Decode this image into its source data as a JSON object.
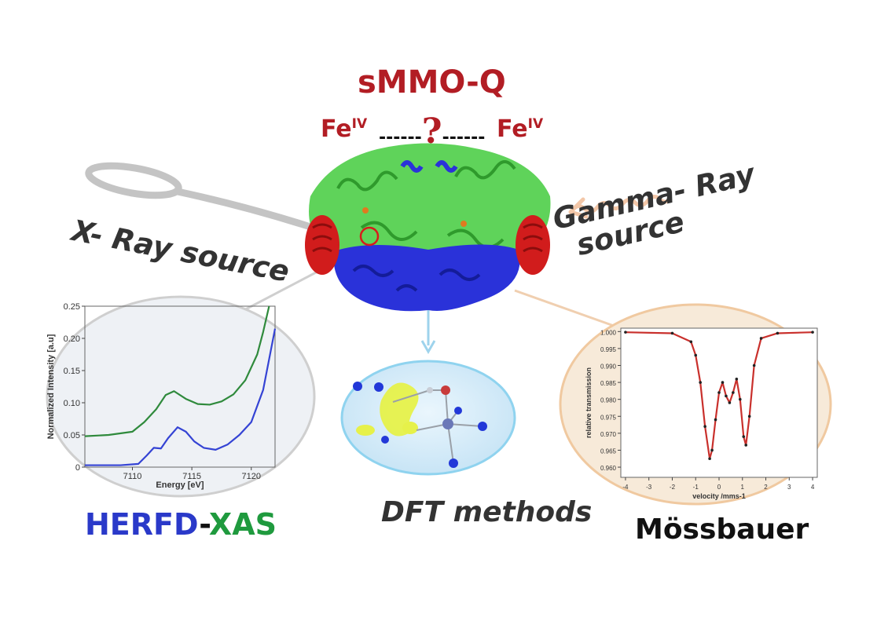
{
  "title": "sMMO-Q",
  "fe_left": {
    "base": "Fe",
    "sup": "IV"
  },
  "fe_right": {
    "base": "Fe",
    "sup": "IV"
  },
  "fe_link": {
    "dashes_left": "------",
    "question": "?",
    "dashes_right": "------"
  },
  "xray_label": "X- Ray source",
  "gamma_label": {
    "line1": "Gamma- Ray",
    "line2": "source"
  },
  "methods": {
    "xas": {
      "part1": "HERFD",
      "dash": "-",
      "part2": "XAS"
    },
    "dft": "DFT methods",
    "moss": "Mössbauer"
  },
  "colors": {
    "title": "#b21d24",
    "herfd": "#2a39c9",
    "xas": "#1f9a3e",
    "green_curve": "#2f8a3c",
    "blue_curve": "#3443d4",
    "fit_curve": "#c9302c"
  },
  "chart_data": [
    {
      "type": "line",
      "xlabel": "Energy [eV]",
      "ylabel": "Normalized Intensity [a.u]",
      "xlim": [
        7106,
        7122
      ],
      "ylim": [
        0,
        0.25
      ],
      "x_ticks": [
        "7110",
        "7115",
        "7120"
      ],
      "y_ticks": [
        "0",
        "0.05",
        "0.10",
        "0.15",
        "0.20",
        "0.25"
      ],
      "series": [
        {
          "x": [
            7106,
            7108,
            7110,
            7111,
            7112,
            7112.8,
            7113.5,
            7114.5,
            7115.5,
            7116.5,
            7117.5,
            7118.5,
            7119.5,
            7120.5,
            7121,
            7121.5
          ],
          "values": [
            0.048,
            0.05,
            0.055,
            0.07,
            0.09,
            0.112,
            0.118,
            0.106,
            0.098,
            0.097,
            0.102,
            0.113,
            0.135,
            0.175,
            0.21,
            0.25
          ]
        },
        {
          "x": [
            7106,
            7109,
            7110.5,
            7111.2,
            7111.8,
            7112.4,
            7113,
            7113.8,
            7114.5,
            7115.2,
            7116,
            7117,
            7118,
            7119,
            7120,
            7121,
            7122
          ],
          "values": [
            0.003,
            0.003,
            0.005,
            0.018,
            0.03,
            0.029,
            0.045,
            0.062,
            0.055,
            0.04,
            0.03,
            0.027,
            0.035,
            0.05,
            0.07,
            0.12,
            0.215
          ]
        }
      ]
    },
    {
      "type": "line",
      "xlabel": "velocity /mms-1",
      "ylabel": "relative transmission",
      "xlim": [
        -4.2,
        4.2
      ],
      "ylim": [
        0.957,
        1.001
      ],
      "x_ticks": [
        "-4",
        "-3",
        "-2",
        "-1",
        "0",
        "1",
        "2",
        "3",
        "4"
      ],
      "y_ticks": [
        "0.960",
        "0.965",
        "0.970",
        "0.975",
        "0.980",
        "0.985",
        "0.990",
        "0.995",
        "1.000"
      ],
      "series": [
        {
          "x": [
            -4,
            -2,
            -1.2,
            -1,
            -0.8,
            -0.6,
            -0.4,
            -0.3,
            -0.15,
            0,
            0.15,
            0.3,
            0.45,
            0.6,
            0.75,
            0.9,
            1.05,
            1.15,
            1.3,
            1.5,
            1.8,
            2.5,
            4
          ],
          "values": [
            0.9998,
            0.9995,
            0.997,
            0.993,
            0.985,
            0.972,
            0.9625,
            0.965,
            0.974,
            0.982,
            0.985,
            0.981,
            0.979,
            0.982,
            0.986,
            0.98,
            0.969,
            0.9665,
            0.975,
            0.99,
            0.998,
            0.9995,
            0.9998
          ]
        }
      ]
    }
  ]
}
